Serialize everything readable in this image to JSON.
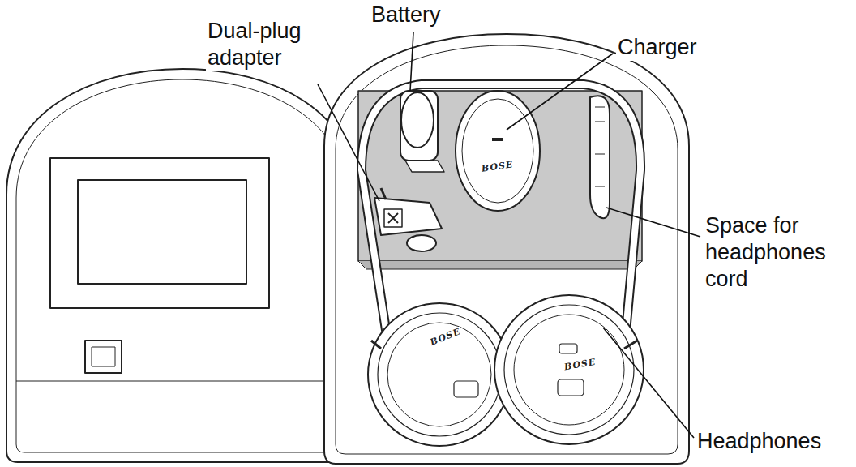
{
  "diagram": {
    "labels": [
      "Dual-plug adapter",
      "Battery",
      "Charger",
      "Space for headphones cord",
      "Headphones",
      "BOSE",
      "BOSE",
      "BOSE"
    ]
  }
}
